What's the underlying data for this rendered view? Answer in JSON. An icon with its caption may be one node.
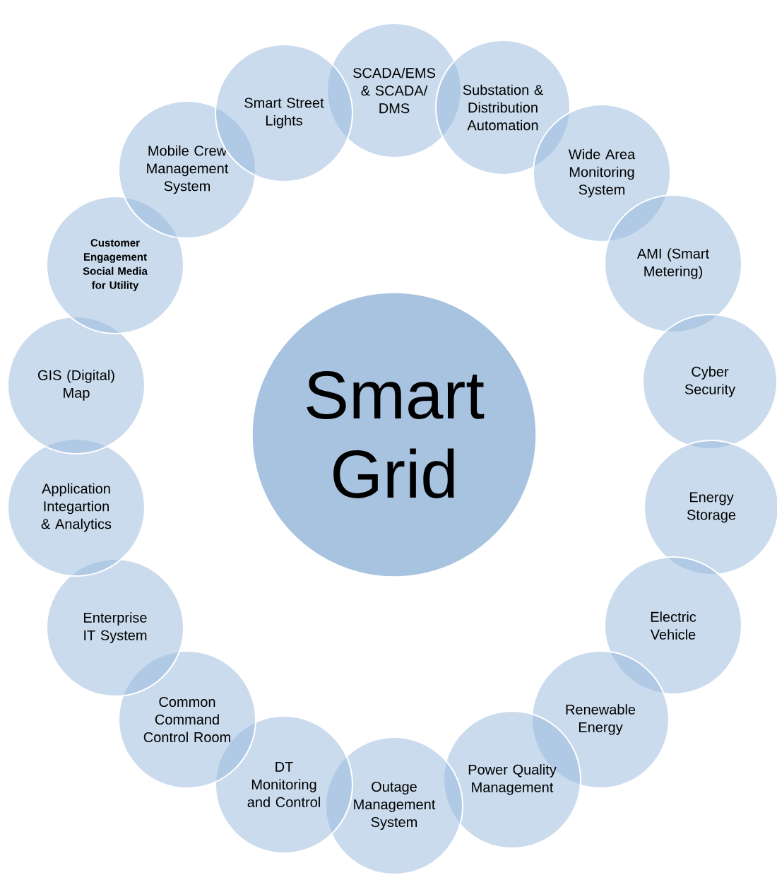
{
  "diagram": {
    "nodes": [
      {
        "text": [
          "Smart Grid"
        ]
      },
      {
        "text": [
          "SCADA/EMS & SCADA/ DMS"
        ]
      },
      {
        "text": [
          "Substation & Distribution Automation"
        ]
      },
      {
        "text": [
          "Wide Area Monitoring System"
        ]
      },
      {
        "text": [
          "AMI (Smart Metering)"
        ]
      },
      {
        "text": [
          "Cyber Security"
        ]
      },
      {
        "text": [
          "Energy Storage"
        ]
      },
      {
        "text": [
          "Electric Vehicle"
        ]
      },
      {
        "text": [
          "Renewable Energy"
        ]
      },
      {
        "text": [
          "Power Quality Management"
        ]
      },
      {
        "text": [
          "Outage Management System"
        ]
      },
      {
        "text": [
          "DT Monitoring and Control"
        ]
      },
      {
        "text": [
          "Common Command Control Room"
        ]
      },
      {
        "text": [
          "Enterprise IT System"
        ]
      },
      {
        "text": [
          "Application Integartion & Analytics"
        ]
      },
      {
        "text": [
          "GIS (Digital) Map"
        ]
      },
      {
        "text": [
          "Customer Engagement Social Media for Utility"
        ]
      },
      {
        "text": [
          "Mobile Crew Management System"
        ]
      },
      {
        "text": [
          "Smart Street Lights"
        ]
      }
    ]
  }
}
